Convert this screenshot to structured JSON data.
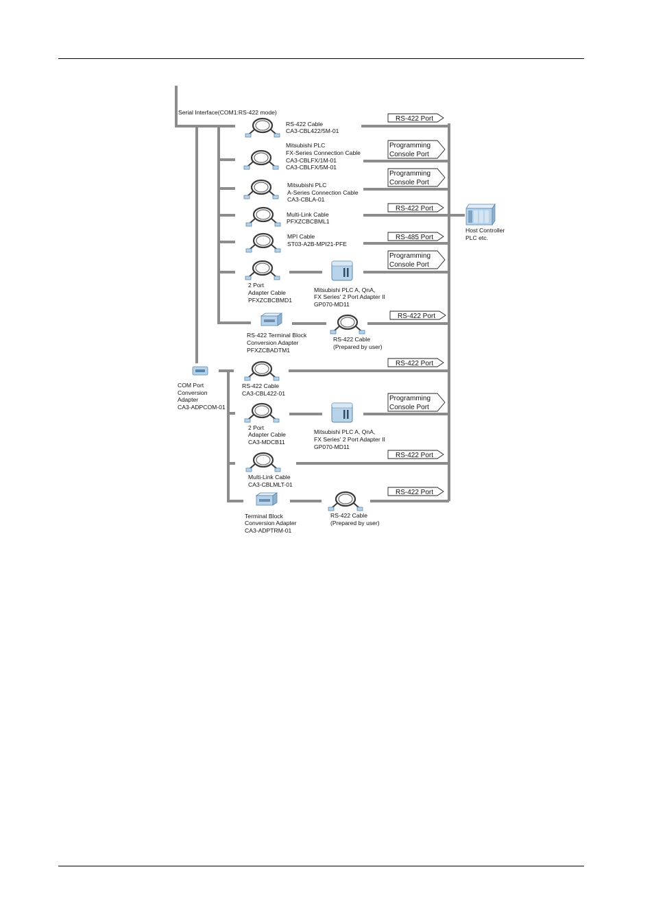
{
  "interface_title": "Serial Interface(COM1:RS-422 mode)",
  "host": {
    "lines": [
      "Host Controller",
      "PLC etc."
    ]
  },
  "ports": {
    "rs422": "RS-422 Port",
    "rs485": "RS-485 Port",
    "console": [
      "Programming",
      "Console Port"
    ]
  },
  "devices": {
    "cbl422_5m": [
      "RS-422 Cable",
      "CA3-CBL422/5M-01"
    ],
    "fx_cable": [
      "Mitsubishi PLC",
      "FX-Series Connection Cable",
      "CA3-CBLFX/1M-01",
      "CA3-CBLFX/5M-01"
    ],
    "a_cable": [
      "Mitsubishi PLC",
      "A-Series Connection Cable",
      "CA3-CBLA-01"
    ],
    "multilink1": [
      "Multi-Link Cable",
      "PFXZCBCBML1"
    ],
    "mpi": [
      "MPI Cable",
      "ST03-A2B-MPI21-PFE"
    ],
    "two_port1": [
      "2 Port",
      "Adapter Cable",
      "PFXZCBCBMD1"
    ],
    "adapter2_1": [
      "Mitsubishi PLC A, QnA,",
      "FX Series' 2 Port Adapter II",
      "GP070-MD11"
    ],
    "tb_adapter1": [
      "RS-422 Terminal Block",
      "Conversion Adapter",
      "PFXZCBADTM1"
    ],
    "user_cable1": [
      "RS-422 Cable",
      "(Prepared by user)"
    ],
    "com_adapter": [
      "COM Port",
      "Conversion",
      "Adapter",
      "CA3-ADPCOM-01"
    ],
    "cbl422_01": [
      "RS-422 Cable",
      "CA3-CBL422-01"
    ],
    "two_port2": [
      "2 Port",
      "Adapter Cable",
      "CA3-MDCB11"
    ],
    "adapter2_2": [
      "Mitsubishi PLC A, QnA,",
      "FX Series' 2 Port Adapter II",
      "GP070-MD11"
    ],
    "multilink2": [
      "Multi-Link Cable",
      "CA3-CBLMLT-01"
    ],
    "tb_adapter2": [
      "Terminal Block",
      "Conversion Adapter",
      "CA3-ADPTRM-01"
    ],
    "user_cable2": [
      "RS-422 Cable",
      "(Prepared by user)"
    ]
  },
  "colors": {
    "bus": "#8c8c8c",
    "device_fill": "#b7d3ea",
    "device_edge": "#5b86ab"
  }
}
